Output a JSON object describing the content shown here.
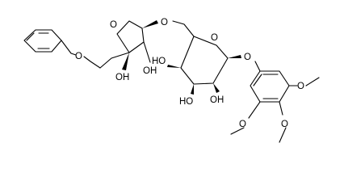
{
  "structure": {
    "labels": {
      "o_benzyl_ether": "O",
      "o_furanose_ring": "O",
      "o_glycosidic_link": "O",
      "o_pyranose_ring": "O",
      "o_aryl_glycoside": "O",
      "oh_c3_quaternary": "OH",
      "oh_c2_furanose": "OH",
      "ho_c4_pyranose": "HO",
      "ho_c3_pyranose": "HO",
      "oh_c2_pyranose": "OH",
      "o_methoxy_right": "O",
      "o_methoxy_left": "O",
      "o_methoxy_bottom": "O"
    }
  }
}
